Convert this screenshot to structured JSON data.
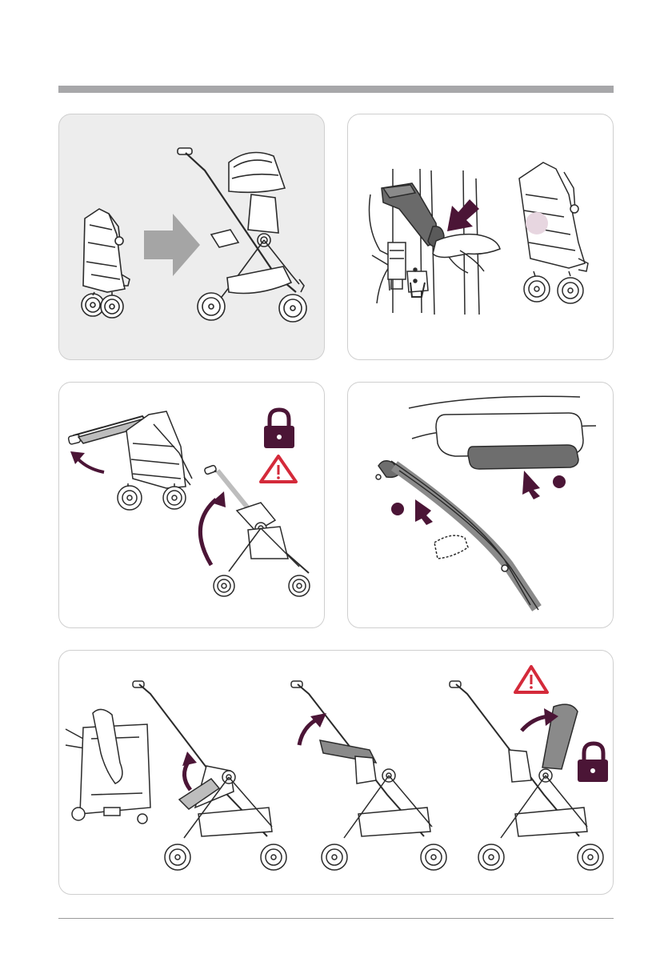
{
  "colors": {
    "header_bar": "#a7a7a9",
    "panel_shaded_bg": "#ededed",
    "accent_plum": "#4b1536",
    "warning_red": "#d42a3a",
    "arrow_grey": "#a5a5a5",
    "line_art": "#2b2b2b"
  },
  "panels": [
    {
      "id": "step-unfold-overview",
      "icons": [
        "folded-stroller-image",
        "right-arrow-icon",
        "unfolded-stroller-image"
      ]
    },
    {
      "id": "step-grip-release",
      "icons": [
        "hand-grip-image",
        "push-arrow-icon",
        "folded-stroller-image"
      ]
    },
    {
      "id": "step-raise-handlebar",
      "icons": [
        "curved-arrow-icon",
        "lock-icon",
        "warning-icon"
      ]
    },
    {
      "id": "step-handle-buttons",
      "icons": [
        "push-arrow-icon",
        "bullet-dot-icon"
      ]
    },
    {
      "id": "step-lift-seat",
      "icons": [
        "hands-image",
        "curved-arrow-icon",
        "warning-icon",
        "lock-icon"
      ]
    }
  ]
}
